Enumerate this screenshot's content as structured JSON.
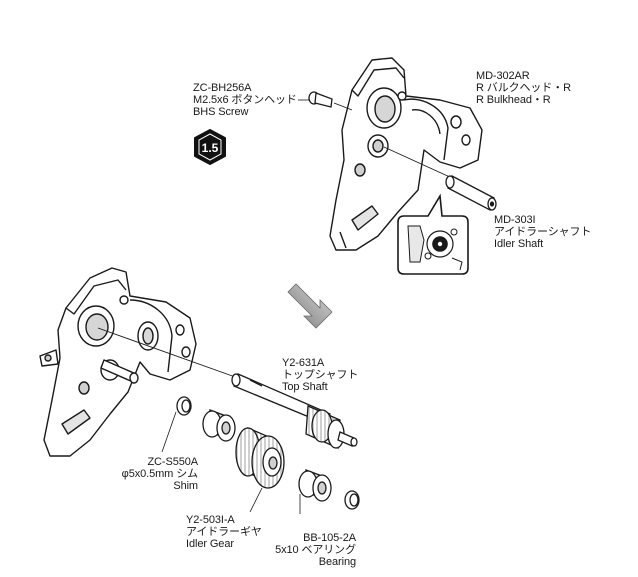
{
  "labels": {
    "screw": {
      "code": "ZC-BH256A",
      "jp": "M2.5x6 ボタンヘッド",
      "en": "BHS Screw"
    },
    "bulkhead": {
      "code": "MD-302AR",
      "jp": "R バルクヘッド・R",
      "en": "R Bulkhead・R"
    },
    "idler_shaft": {
      "code": "MD-303I",
      "jp": "アイドラーシャフト",
      "en": "Idler Shaft"
    },
    "top_shaft": {
      "code": "Y2-631A",
      "jp": "トップシャフト",
      "en": "Top Shaft"
    },
    "shim": {
      "code": "ZC-S550A",
      "jp": "φ5x0.5mm シム",
      "en": "Shim"
    },
    "idler_gear": {
      "code": "Y2-503I-A",
      "jp": "アイドラーギヤ",
      "en": "Idler Gear"
    },
    "bearing": {
      "code": "BB-105-2A",
      "jp": "5x10 ベアリング",
      "en": "Bearing"
    }
  },
  "hex_tool": {
    "size_label": "1.5"
  },
  "colors": {
    "line": "#1a1a1a",
    "part_fill": "#ffffff",
    "shade": "#bdbdbd",
    "arrow": "#8a8a8a",
    "badge": "#111111"
  }
}
